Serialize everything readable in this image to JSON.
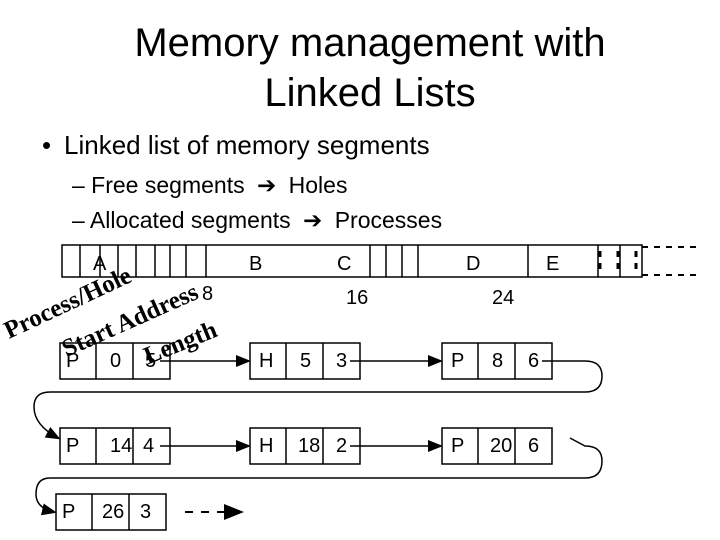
{
  "title_line1": "Memory management with",
  "title_line2": "Linked Lists",
  "bullet": "Linked list of memory segments",
  "sub1": {
    "left": "– Free segments",
    "right": "Holes"
  },
  "sub2": {
    "left": "– Allocated segments",
    "right": "Processes"
  },
  "segments": {
    "a": "A",
    "b": "B",
    "c": "C",
    "d": "D",
    "e": "E"
  },
  "addresses": {
    "a8": "8",
    "a16": "16",
    "a24": "24"
  },
  "rotated": {
    "ph": "Process/Hole",
    "sa": "Start Address",
    "len": "Length"
  },
  "nodes": [
    {
      "t": "P",
      "s": "0",
      "l": "5"
    },
    {
      "t": "H",
      "s": "5",
      "l": "3"
    },
    {
      "t": "P",
      "s": "8",
      "l": "6"
    },
    {
      "t": "P",
      "s": "14",
      "l": "4"
    },
    {
      "t": "H",
      "s": "18",
      "l": "2"
    },
    {
      "t": "P",
      "s": "20",
      "l": "6"
    },
    {
      "t": "P",
      "s": "26",
      "l": "3"
    }
  ],
  "colors": {
    "process_text": "#000000",
    "hole_text": "#000000",
    "arrow": "#000000"
  }
}
